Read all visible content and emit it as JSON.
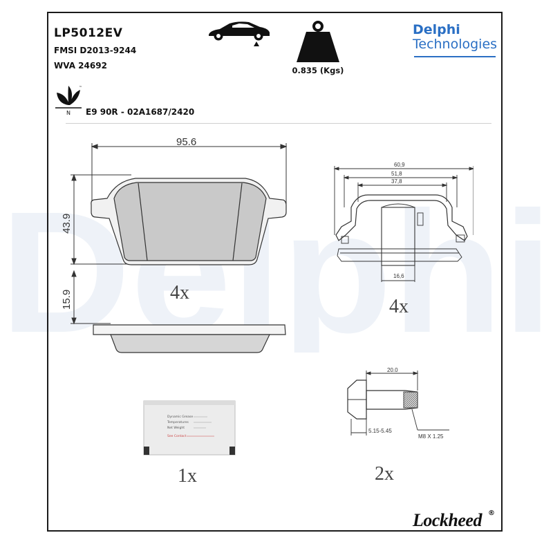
{
  "header": {
    "part_number": "LP5012EV",
    "fmsi": "FMSI D2013-9244",
    "wva": "WVA 24692",
    "weight": "0.835 (Kgs)",
    "certification": "E9 90R - 02A1687/2420"
  },
  "brand": {
    "line1": "Delphi",
    "line2": "Technologies",
    "color": "#2a6fc4",
    "watermark": "Delphi",
    "footer_brand": "Lockheed",
    "footer_mark": "®"
  },
  "drawings": {
    "pad": {
      "width_label": "95.6",
      "height_label": "43.9",
      "thickness_label": "15.9",
      "quantity": "4x"
    },
    "clip": {
      "dim_outer": "60,9",
      "dim_mid": "51,8",
      "dim_inner": "37,8",
      "dim_bottom": "16,6",
      "quantity": "4x"
    },
    "grease": {
      "quantity": "1x",
      "sachet_lines": [
        "Dynamic Grease",
        "Temperatures",
        "Net Weight",
        "See Contact"
      ]
    },
    "bolt": {
      "length_label": "20.0",
      "head_label": "5.15-5.45",
      "thread_label": "M8 X 1.25",
      "quantity": "2x"
    }
  },
  "icons": [
    "car-icon",
    "weight-icon",
    "eco-leaf-icon"
  ]
}
